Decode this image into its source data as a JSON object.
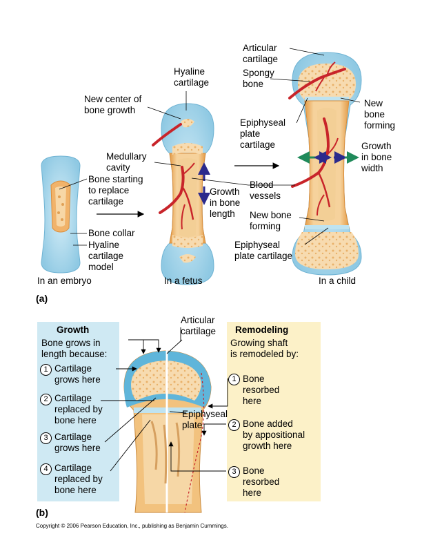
{
  "panel_a": {
    "letter": "(a)",
    "stage_embryo": "In an embryo",
    "stage_fetus": "In a fetus",
    "stage_child": "In a child",
    "embryo_labels": {
      "bone_starting": "Bone starting\nto replace\ncartilage",
      "bone_collar": "Bone collar",
      "hyaline_model": "Hyaline\ncartilage\nmodel"
    },
    "fetus_labels": {
      "hyaline_cartilage": "Hyaline\ncartilage",
      "new_center": "New center of\nbone growth",
      "medullary_cavity": "Medullary\ncavity",
      "growth_length": "Growth\nin bone\nlength"
    },
    "child_labels": {
      "articular_cartilage": "Articular\ncartilage",
      "spongy_bone": "Spongy\nbone",
      "epiphyseal_plate_top": "Epiphyseal\nplate\ncartilage",
      "new_bone_forming_top": "New\nbone\nforming",
      "growth_width": "Growth\nin bone\nwidth",
      "blood_vessels": "Blood\nvessels",
      "new_bone_forming_bottom": "New bone\nforming",
      "epiphyseal_plate_bottom": "Epiphyseal\nplate cartilage"
    }
  },
  "panel_b": {
    "letter": "(b)",
    "growth_box": {
      "title": "Growth",
      "intro": "Bone grows in\nlength because:",
      "steps": [
        {
          "num": "1",
          "text": "Cartilage\ngrows here"
        },
        {
          "num": "2",
          "text": "Cartilage\nreplaced by\nbone here"
        },
        {
          "num": "3",
          "text": "Cartilage\ngrows here"
        },
        {
          "num": "4",
          "text": "Cartilage\nreplaced by\nbone here"
        }
      ]
    },
    "articular_cartilage": "Articular\ncartilage",
    "epiphyseal_plate": "Epiphyseal\nplate",
    "remodeling_box": {
      "title": "Remodeling",
      "intro": "Growing shaft\nis remodeled by:",
      "steps": [
        {
          "num": "1",
          "text": "Bone\nresorbed\nhere"
        },
        {
          "num": "2",
          "text": "Bone added\nby appositional\ngrowth here"
        },
        {
          "num": "3",
          "text": "Bone\nresorbed\nhere"
        }
      ]
    }
  },
  "copyright": "Copyright © 2006 Pearson Education, Inc., publishing as Benjamin Cummings.",
  "colors": {
    "cartilage_blue": "#a9d8ec",
    "bone_tan": "#f2c48a",
    "collar_orange": "#e8a14e",
    "vessel_red": "#c8242a",
    "growth_box_bg": "#cfe9f3",
    "remodel_box_bg": "#fcf1c8",
    "arrow_navy": "#2b2a8c",
    "arrow_green": "#1f8a5a"
  }
}
